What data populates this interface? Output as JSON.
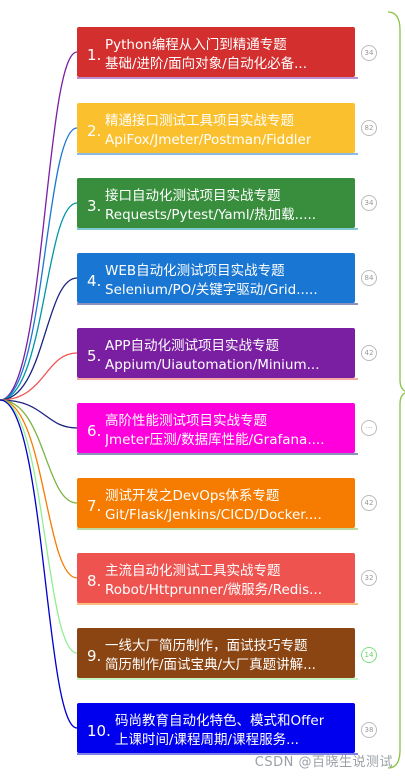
{
  "nodes": [
    {
      "num": "1.",
      "line1": "Python编程从入门到精通专题",
      "line2": "基础/进阶/面向对象/自动化必备...",
      "badge": "34",
      "color": "#d32f2f",
      "text_color": "#ffffff"
    },
    {
      "num": "2.",
      "line1": "精通接口测试工具项目实战专题",
      "line2": "ApiFox/Jmeter/Postman/Fiddler",
      "badge": "82",
      "color": "#fbc02d",
      "text_color": "#ffffff"
    },
    {
      "num": "3.",
      "line1": "接口自动化测试项目实战专题",
      "line2": "Requests/Pytest/Yaml/热加载.....",
      "badge": "34",
      "color": "#388e3c",
      "text_color": "#ffffff"
    },
    {
      "num": "4.",
      "line1": "WEB自动化测试项目实战专题",
      "line2": "Selenium/PO/关键字驱动/Grid.....",
      "badge": "84",
      "color": "#1976d2",
      "text_color": "#ffffff"
    },
    {
      "num": "5.",
      "line1": "APP自动化测试项目实战专题",
      "line2": "Appium/Uiautomation/Minium...",
      "badge": "42",
      "color": "#7b1fa2",
      "text_color": "#ffffff"
    },
    {
      "num": "6.",
      "line1": "高阶性能测试项目实战专题",
      "line2": "Jmeter压测/数据库性能/Grafana....",
      "badge": "···",
      "color": "#ff00dd",
      "text_color": "#ffffff"
    },
    {
      "num": "7.",
      "line1": "测试开发之DevOps体系专题",
      "line2": "Git/Flask/Jenkins/CICD/Docker....",
      "badge": "42",
      "color": "#f57c00",
      "text_color": "#ffffff"
    },
    {
      "num": "8.",
      "line1": "主流自动化测试工具实战专题",
      "line2": "Robot/Httprunner/微服务/Redis...",
      "badge": "32",
      "color": "#ef5350",
      "text_color": "#ffffff"
    },
    {
      "num": "9.",
      "line1": "一线大厂简历制作，面试技巧专题",
      "line2": "简历制作/面试宝典/大厂真题讲解...",
      "badge": "14",
      "color": "#8b4513",
      "text_color": "#ffffff"
    },
    {
      "num": "10.",
      "line1": "码尚教育自动化特色、模式和Offer",
      "line2": "上课时间/课程周期/课程服务...",
      "badge": "38",
      "color": "#0000ee",
      "text_color": "#ffffff"
    }
  ],
  "link_colors": [
    "#7b1fa2",
    "#1976d2",
    "#0097a7",
    "#1a237e",
    "#ef5350",
    "#1a237e",
    "#7cb342",
    "#f57c00",
    "#90ee90",
    "#0000cc"
  ],
  "bracket_color": "#8bc34a",
  "watermark": "CSDN @百晓生说测试"
}
